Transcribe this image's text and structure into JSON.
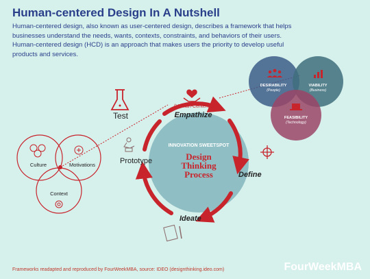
{
  "header": {
    "title": "Human-centered Design In A Nutshell",
    "intro": "Human-centered design, also known as user-centered design, describes a framework that helps businesses understand the needs, wants, contexts, constraints, and behaviors of their users.  Human-centered design (HCD) is an approach that makes users the priority to develop useful products and services."
  },
  "cycle": {
    "sweetspot": "INNOVATION SWEETSPOT",
    "center_line1": "Design",
    "center_line2": "Thinking",
    "center_line3": "Process",
    "steps": {
      "empathize": "Empathize",
      "human_centered": "(Human-Centered)",
      "define": "Define",
      "ideate": "Ideate",
      "prototype": "Prototype",
      "test": "Test"
    }
  },
  "left_venn": {
    "culture": "Culture",
    "motivations": "Motivations",
    "context": "Context"
  },
  "right_venn": {
    "desirability": "DESIRABILITY",
    "desirability_sub": "(People)",
    "viability": "VIABILITY",
    "viability_sub": "(Business)",
    "feasibility": "FEASIBILITY",
    "feasibility_sub": "(Technology)"
  },
  "colors": {
    "accent_red": "#c8242c",
    "navy": "#2a3f8a",
    "teal_circle": "#8fbfc4",
    "desirability": "#3c5d88",
    "viability": "#3f6e7c",
    "feasibility": "#9b4566"
  },
  "icons": [
    "heart-hands-icon",
    "flask-icon",
    "target-icon",
    "paper-pencil-icon",
    "robot-icon",
    "people-icon",
    "chart-icon",
    "laptop-icon"
  ],
  "footer": {
    "credit": "Frameworks readapted and reproduced by FourWeekMBA, source: IDEO (designthinking.ideo.com)",
    "brand": "FourWeekMBA"
  }
}
